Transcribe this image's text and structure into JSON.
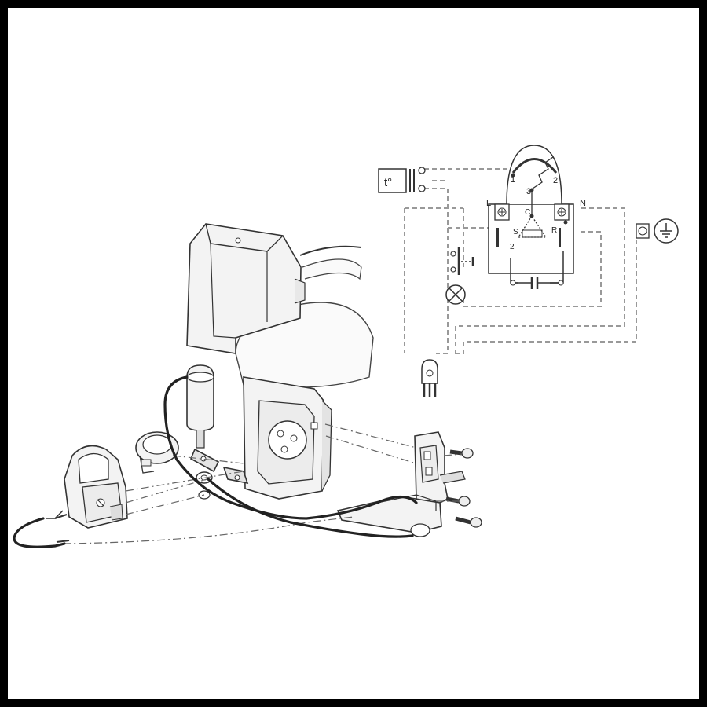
{
  "schematic": {
    "thermostat_label": "t°",
    "relay_terminals": {
      "t1": "1",
      "t2": "2",
      "t3": "3"
    },
    "line_label": "L",
    "neutral_label": "N",
    "start_label": "S",
    "run_label": "R",
    "common_label": "C",
    "pin_label": "2"
  }
}
